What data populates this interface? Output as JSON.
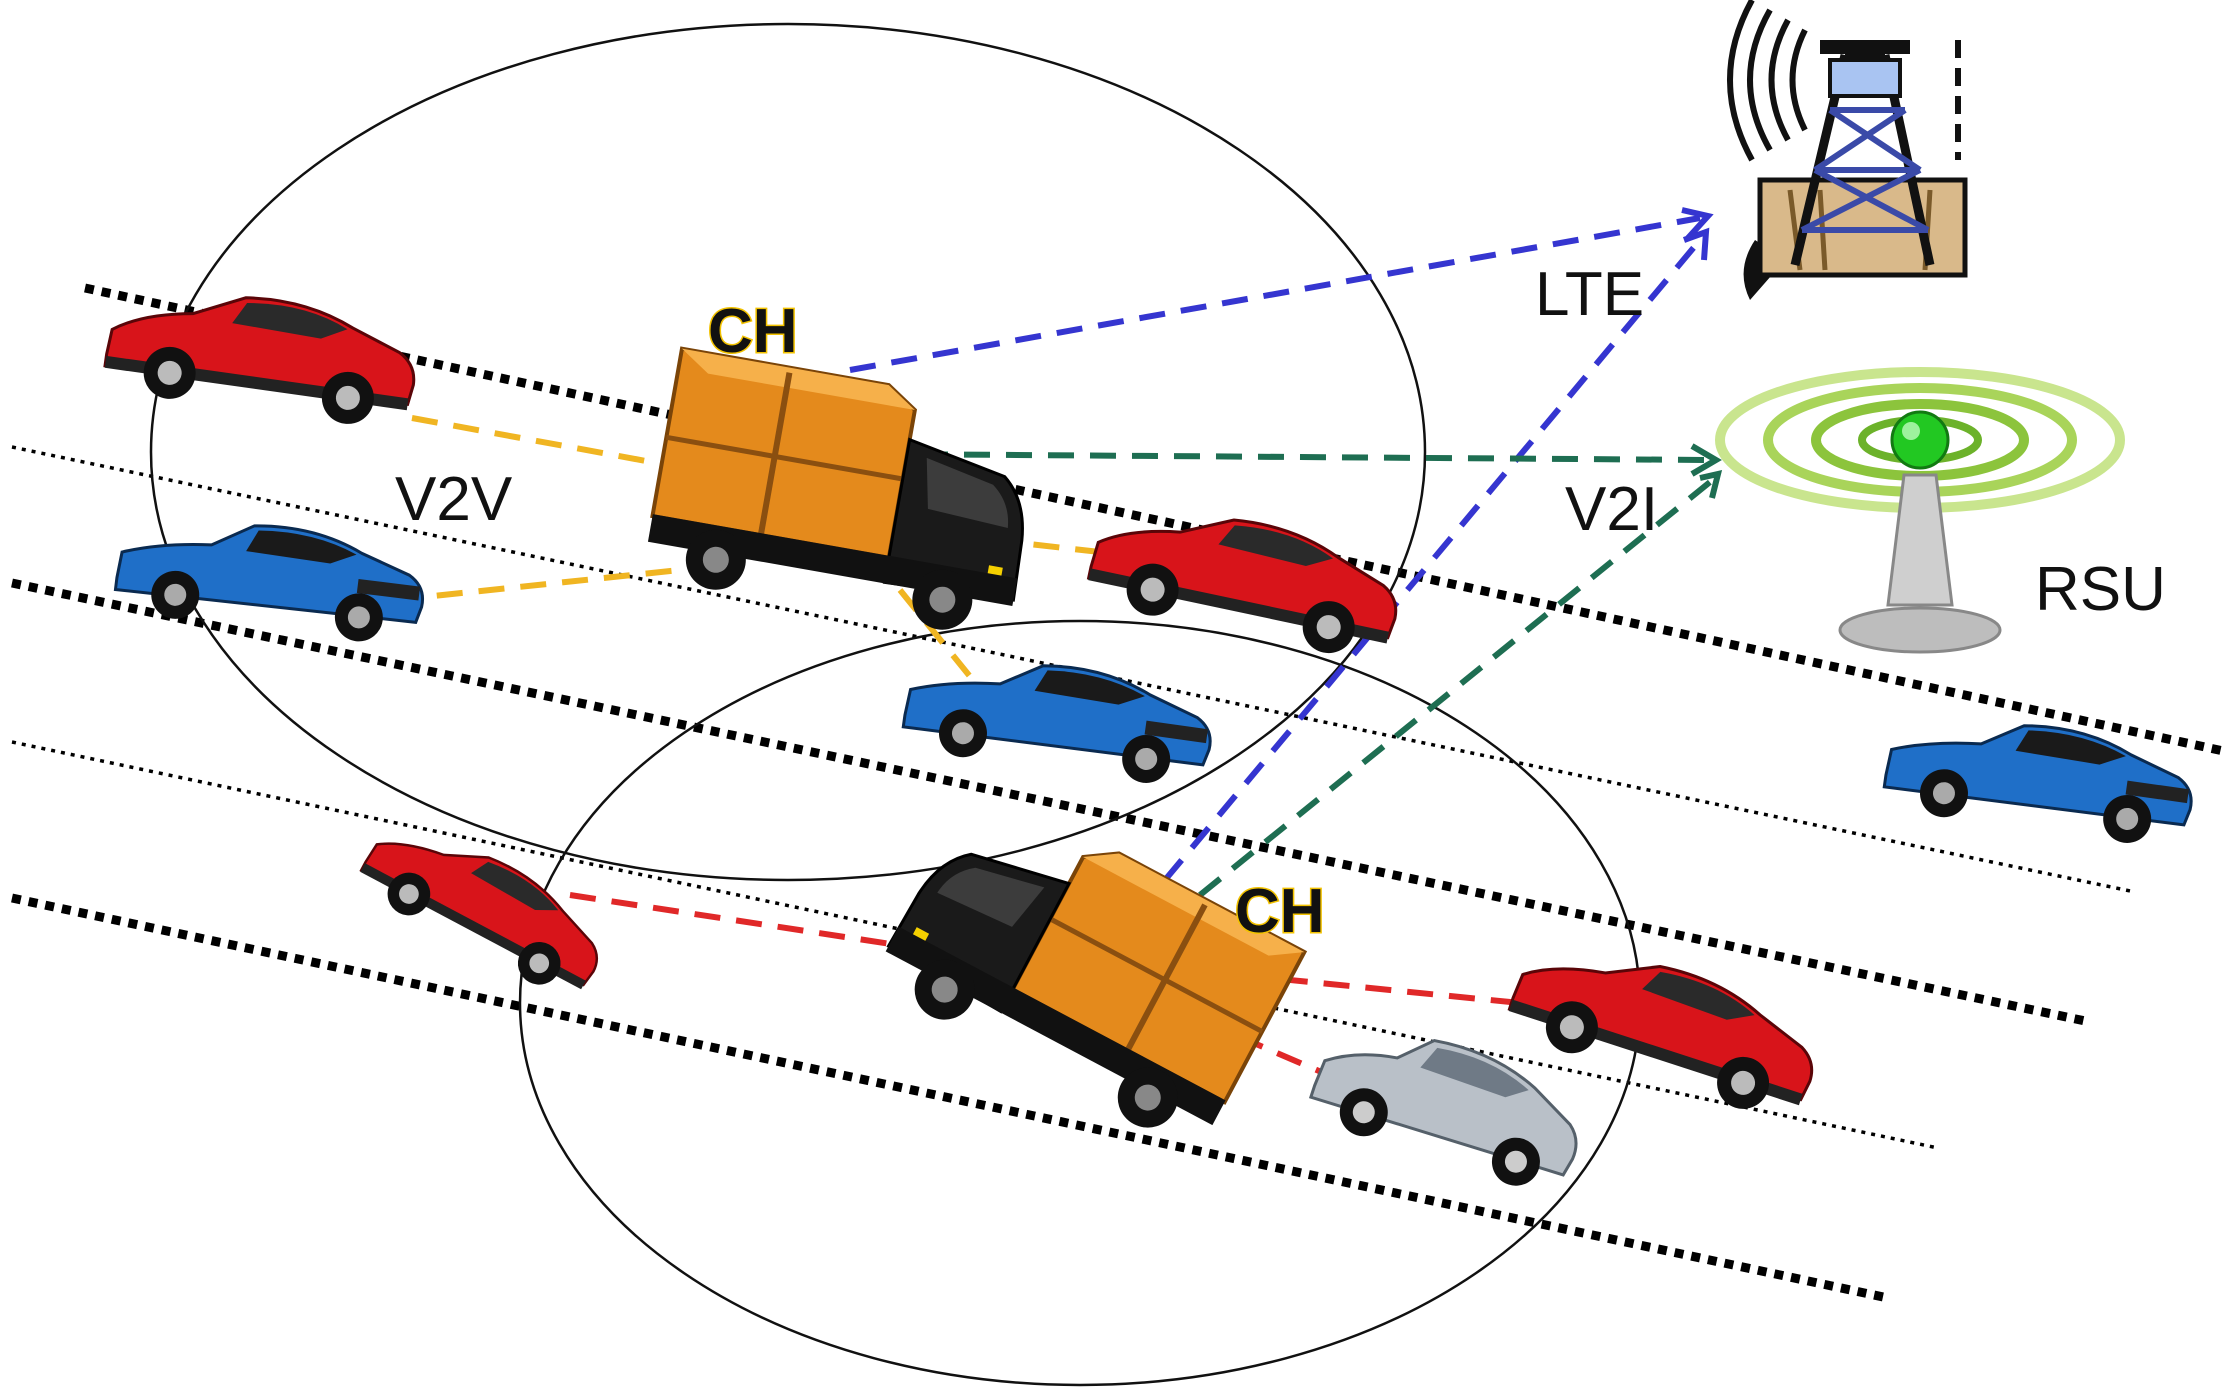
{
  "labels": {
    "ch_top": "CH",
    "ch_bottom": "CH",
    "v2v": "V2V",
    "lte": "LTE",
    "v2i": "V2I",
    "rsu": "RSU"
  },
  "colors": {
    "lte_link": "#3535d0",
    "v2i_link": "#1e6e52",
    "v2v_cluster1_link": "#f0b522",
    "v2v_cluster2_link": "#e02828",
    "red_car": "#d8141a",
    "blue_car": "#1f6fc8",
    "silver_car": "#b9c0c8",
    "truck_cargo": "#e48a1c",
    "truck_cab": "#1a1a1a",
    "rsu_signal": "#9ad23c",
    "rsu_light": "#22c822"
  },
  "icons": [
    "cell-tower-icon",
    "rsu-antenna-icon",
    "truck-icon",
    "car-icon"
  ]
}
